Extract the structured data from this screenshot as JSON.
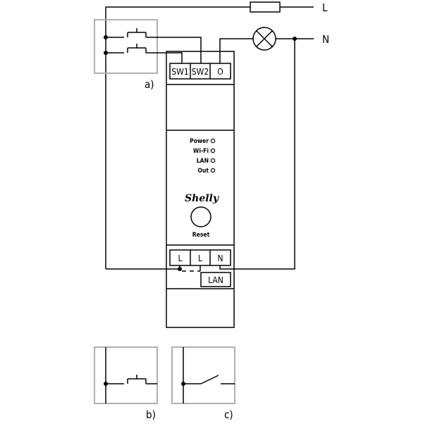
{
  "lines": {
    "live": "L",
    "neutral": "N"
  },
  "device": {
    "top_terminals": [
      "SW1",
      "SW2",
      "O"
    ],
    "indicators": [
      "Power",
      "Wi-Fi",
      "LAN",
      "Out"
    ],
    "brand": "Shelly",
    "reset_label": "Reset",
    "bottom_terminals": [
      "L",
      "L",
      "N"
    ],
    "lan_label": "LAN"
  },
  "variants": {
    "a": "a)",
    "b": "b)",
    "c": "c)"
  },
  "colors": {
    "wire": "#000000",
    "switch_box": "#b0b0b0"
  }
}
